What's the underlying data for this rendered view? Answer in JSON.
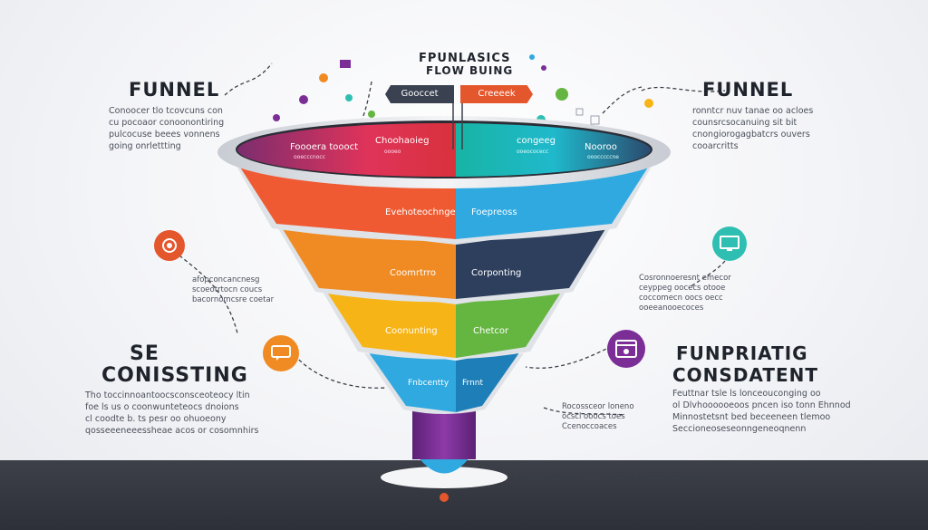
{
  "header": {
    "title_line1": "FPUNLASICS",
    "title_line2": "FLOW BUING"
  },
  "tags": {
    "left": "Gooccet",
    "right": "Creeeek"
  },
  "top_left": {
    "title": "FUNNEL",
    "body": [
      "Conoocer tlo tcovcuns con",
      "cu pocoaor conoonontiring",
      "pulcocuse beees vonnens",
      "going onrlettting"
    ]
  },
  "top_right": {
    "title": "FUNNEL",
    "body": [
      "ronntcr nuv tanae oo acloes",
      "counsrcsocanuing sit bit",
      "cnongiorogagbatcrs ouvers",
      "cooarcritts"
    ]
  },
  "bottom_left": {
    "title_line1": "SE",
    "title_line2": "CONISSTING",
    "body": [
      "Tho toccinnoantoocsconsceoteocy ltin",
      "foe ls us o coonwunteteocs dnoions",
      "cl coodte b. ts pesr oo ohuoeony",
      "qosseeeneeessheae acos or cosomnhirs"
    ]
  },
  "bottom_right": {
    "title_line1": "FUNPRIATIG",
    "title_line2": "CONSDATENT",
    "body": [
      "Feuttnar tsle ls lonceouconging oo",
      "ol Dlvhoooooeoos pncen iso tonn Ehnnod",
      "Minnostetsnt bed beceeneen tlemoo",
      "Seccioneoseseonngeneoqnenn"
    ]
  },
  "mid_left_note": {
    "body": [
      "afopconcancnesg",
      "scoeotrtocn coucs",
      "bacornomcsre coetar"
    ]
  },
  "mid_right_note": {
    "body": [
      "Cosronnoeresnt emecor",
      "ceyppeg oocecs otooe",
      "coccomecn oocs oecc",
      "ooeeanooecoces"
    ]
  },
  "center_note": {
    "body": [
      "Rocossceor loneno",
      "ocscl ooocs toes",
      "Ccenoccoaces"
    ]
  },
  "funnel": {
    "rim": [
      {
        "label": "Foooera toooct",
        "sub": "ooecccnocc"
      },
      {
        "label": "Choohaoieg",
        "sub": "oooeo"
      },
      {
        "label": "congeeg",
        "sub": "ooeococecc"
      },
      {
        "label": "Nooroo",
        "sub": "ooocccccne"
      }
    ],
    "layers": [
      {
        "left": "Evehoteochnge",
        "right": "Foepreoss",
        "left_color": "#ef5a32",
        "right_color": "#2fa9e0"
      },
      {
        "left": "Coomrtrro",
        "right": "Corponting",
        "left_color": "#f08a22",
        "right_color": "#2d3f5d"
      },
      {
        "left": "Coonunting",
        "right": "Chetcor",
        "left_color": "#f6b416",
        "right_color": "#65b541"
      },
      {
        "left": "Fnbcentty",
        "right": "Frnnt",
        "left_color": "#2fa9e0",
        "right_color": "#2fa9e0"
      }
    ]
  },
  "colors": {
    "accent_red": "#e4562c",
    "accent_orange": "#f08a22",
    "accent_purple": "#7b2f96",
    "accent_teal": "#2fbfb2",
    "accent_blue": "#2fa9e0",
    "dark": "#2d3038"
  },
  "icons": {
    "left_upper": "target-icon",
    "left_lower": "chat-icon",
    "right_upper": "monitor-icon",
    "right_lower": "browser-icon"
  }
}
